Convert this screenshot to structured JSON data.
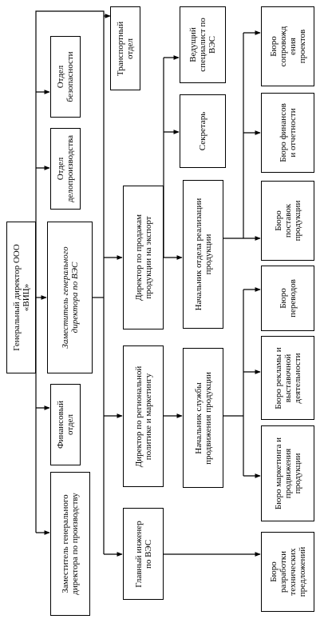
{
  "orgchart": {
    "general_director": "Генеральный директор ООО\n«ВИЦ»",
    "security_dept": "Отдел\nбезопасности",
    "records_dept": "Отдел\nделопроизводства",
    "deputy_ved": "Заместитель генерального\nдиректора по ВЭС",
    "finance_dept": "Финансовый\nотдел",
    "deputy_production": "Заместитель генерального\nдиректора по производству",
    "transport_dept": "Транспортный\nотдел",
    "export_sales_director": "Директор по продажам\nпродукции на экспорт",
    "regional_director": "Директор по региональной\nполитике и маркетингу",
    "chief_engineer": "Главный инженер\nпо ВЭС",
    "lead_specialist": "Ведущий\nспециалист по\nВЭС",
    "secretary": "Секретарь",
    "sales_head": "Начальник отдела реализации\nпродукции",
    "promotion_head": "Начальник службы\nпродвижения продукции",
    "bureau_support": "Бюро\nсопровожд\nения\nпроектов",
    "bureau_finance": "Бюро финансов\nи отчетности",
    "bureau_supply": "Бюро\nпоставок\nпродукции",
    "bureau_translation": "Бюро\nпереводов",
    "bureau_advertising": "Бюро рекламы и\nвыставочной\nдеятельности",
    "bureau_marketing": "Бюро маркетинга и\nпродвижения\nпродукции",
    "bureau_tech": "Бюро\nразработки\nтехнических\nпредложений"
  }
}
